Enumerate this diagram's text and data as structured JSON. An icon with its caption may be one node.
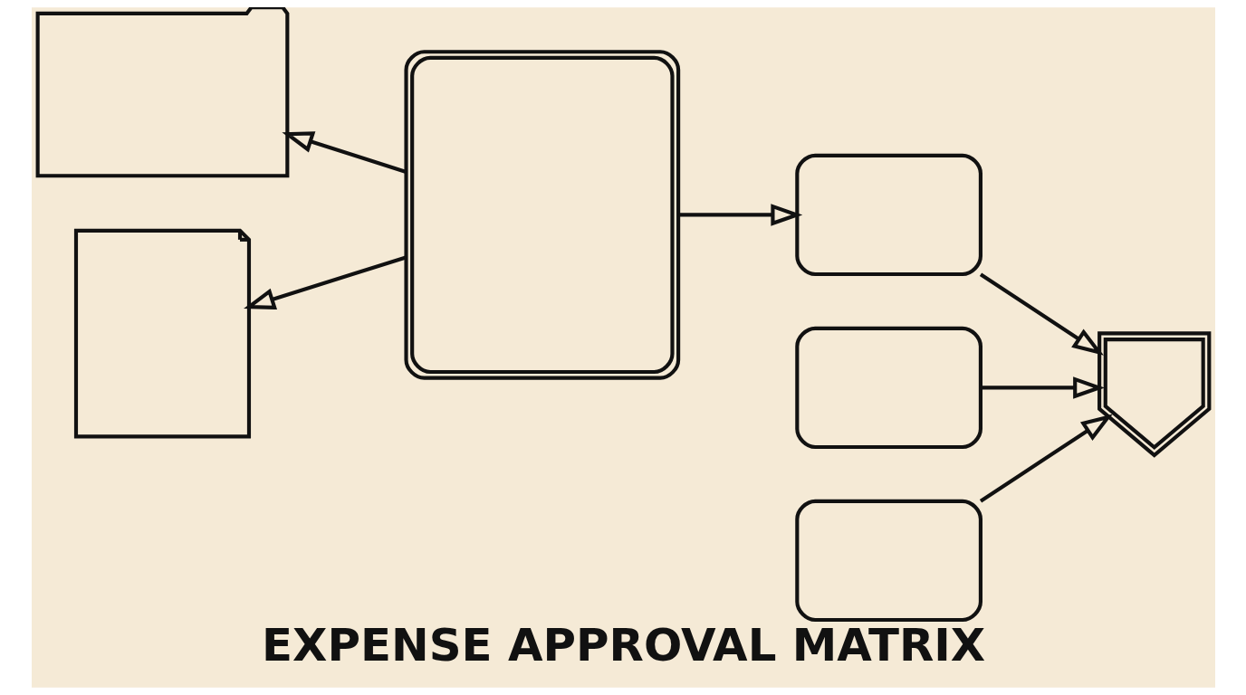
{
  "diagram": {
    "title": "EXPENSE APPROVAL MATRIX",
    "nodes": [
      {
        "text": [],
        "shape": "folder"
      },
      {
        "text": [],
        "shape": "clipboard"
      },
      {
        "text": [],
        "shape": "document"
      },
      {
        "text": [],
        "shape": "document"
      },
      {
        "text": [],
        "shape": "document"
      },
      {
        "text": [],
        "shape": "receipt"
      },
      {
        "text": [],
        "shape": "shield"
      }
    ],
    "edges": [
      {
        "from": 1,
        "to": 0,
        "arrow": "to"
      },
      {
        "from": 1,
        "to": 5,
        "arrow": "to"
      },
      {
        "from": 1,
        "to": 2,
        "arrow": "to"
      },
      {
        "from": 2,
        "to": 6,
        "arrow": "to"
      },
      {
        "from": 3,
        "to": 6,
        "arrow": "to"
      },
      {
        "from": 4,
        "to": 6,
        "arrow": "to"
      }
    ]
  }
}
